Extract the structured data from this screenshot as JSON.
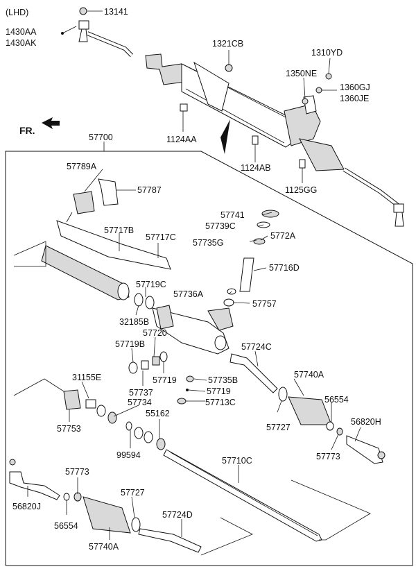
{
  "header": {
    "variant": "(LHD)",
    "front_marker": "FR."
  },
  "assembly_label": "57700",
  "callouts": {
    "c13141": "13141",
    "c1430AA": "1430AA",
    "c1430AK": "1430AK",
    "c1321CB": "1321CB",
    "c1310YD": "1310YD",
    "c1350NE": "1350NE",
    "c1360GJ": "1360GJ",
    "c1360JE": "1360JE",
    "c1124AA": "1124AA",
    "c1124AB": "1124AB",
    "c1125GG": "1125GG",
    "c57789A": "57789A",
    "c57787": "57787",
    "c57741": "57741",
    "c57739C": "57739C",
    "c5772A": "5772A",
    "c57717B": "57717B",
    "c57717C": "57717C",
    "c57735G": "57735G",
    "c57716D": "57716D",
    "c57719C": "57719C",
    "c57736A": "57736A",
    "c57757": "57757",
    "c32185B": "32185B",
    "c57720": "57720",
    "c57719B": "57719B",
    "c57724C_top": "57724C",
    "c57719_a": "57719",
    "c57735B": "57735B",
    "c57740A_top": "57740A",
    "c57719_b": "57719",
    "c57713C": "57713C",
    "c57737": "57737",
    "c31155E": "31155E",
    "c56554_top": "56554",
    "c57734": "57734",
    "c57727_top": "57727",
    "c56820H": "56820H",
    "c57753": "57753",
    "c55162": "55162",
    "c57773_top": "57773",
    "c99594": "99594",
    "c57710C": "57710C",
    "c57773_bot": "57773",
    "c57727_bot": "57727",
    "c56820J": "56820J",
    "c57724D": "57724D",
    "c56554_bot": "56554",
    "c57740A_bot": "57740A"
  }
}
